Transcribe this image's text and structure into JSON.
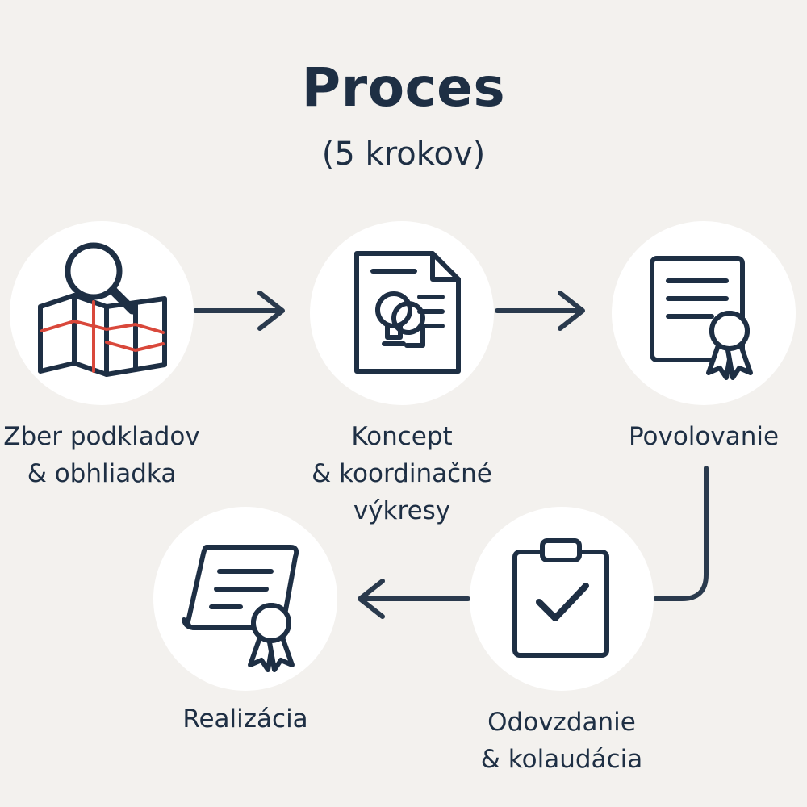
{
  "title": "Proces",
  "subtitle": "(5 krokov)",
  "steps": [
    {
      "icon": "map-search-icon",
      "line1": "Zber podkladov",
      "line2": "& obhliadka",
      "line3": ""
    },
    {
      "icon": "document-lightbulb-icon",
      "line1": "Koncept",
      "line2": "& koordinačné",
      "line3": "výkresy"
    },
    {
      "icon": "certificate-document-icon",
      "line1": "Povolovanie",
      "line2": "",
      "line3": ""
    },
    {
      "icon": "clipboard-check-icon",
      "line1": "Odovzdanie",
      "line2": "& kolaudácia",
      "line3": ""
    },
    {
      "icon": "scroll-certificate-icon",
      "line1": "Realizácia",
      "line2": "",
      "line3": ""
    }
  ],
  "colors": {
    "background": "#f3f1ee",
    "ink": "#1e2f44",
    "accent": "#d9483b",
    "circle": "#ffffff"
  }
}
